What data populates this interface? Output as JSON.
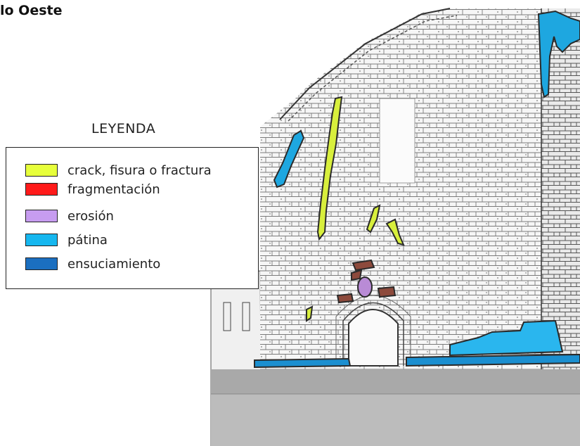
{
  "figure": {
    "title": "lo Oeste",
    "legend": {
      "title": "LEYENDA",
      "items": [
        {
          "label": "crack, fisura o fractura",
          "color": "#e7ff3b"
        },
        {
          "label": "fragmentación",
          "color": "#ff1a1a"
        },
        {
          "label": "erosión",
          "color": "#c79cf0"
        },
        {
          "label": "pátina",
          "color": "#16b7ef"
        },
        {
          "label": "ensuciamiento",
          "color": "#1b6fc0"
        }
      ]
    },
    "photo": {
      "subject": "church west facade sketch with damage annotations"
    }
  }
}
